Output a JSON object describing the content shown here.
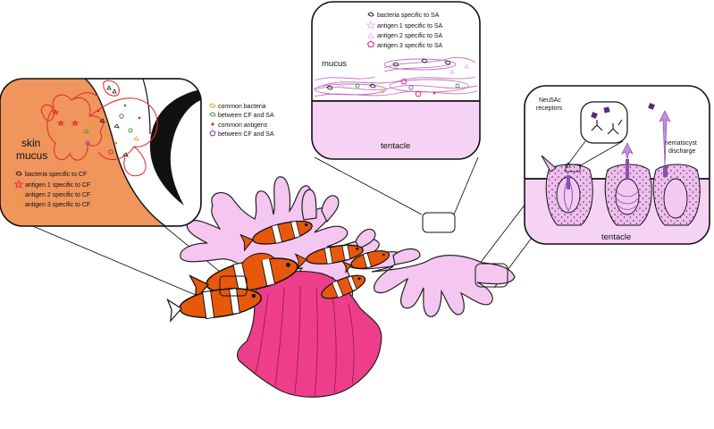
{
  "skin_panel": {
    "title_line1": "skin",
    "title_line2": "mucus",
    "legend": [
      "bacteria specific to CF",
      "antigen 1 specific to CF",
      "antigen 2 specific to CF",
      "antigen 3 specific to CF"
    ]
  },
  "common_legend": {
    "bacteria_line1": "common bacteria",
    "bacteria_line2": "between CF and SA",
    "antigens_line1": "common antigens",
    "antigens_line2": "between CF and SA"
  },
  "mucus_panel": {
    "legend": [
      "bacteria specific to SA",
      "antigen 1 specific to SA",
      "antigen 2 specific to SA",
      "antigen 3 specific to SA"
    ],
    "mucus_label": "mucus",
    "tentacle_label": "tentacle"
  },
  "nematocyst_panel": {
    "receptor_line1": "Neu5Ac",
    "receptor_line2": "receptors",
    "discharge_line1": "nematocyst",
    "discharge_line2": "discharge",
    "tentacle_label": "tentacle"
  },
  "colors": {
    "skin": "#f0955c",
    "clownfish_orange": "#e8580c",
    "anemone_column": "#ee3d8a",
    "tentacle_pink": "#f4c6f0",
    "tentacle_fill": "#f6d3f5",
    "antigen_red": "#e0302c",
    "antigen_orange": "#f39a1c",
    "nematocyst_purple": "#8c4fb4"
  }
}
